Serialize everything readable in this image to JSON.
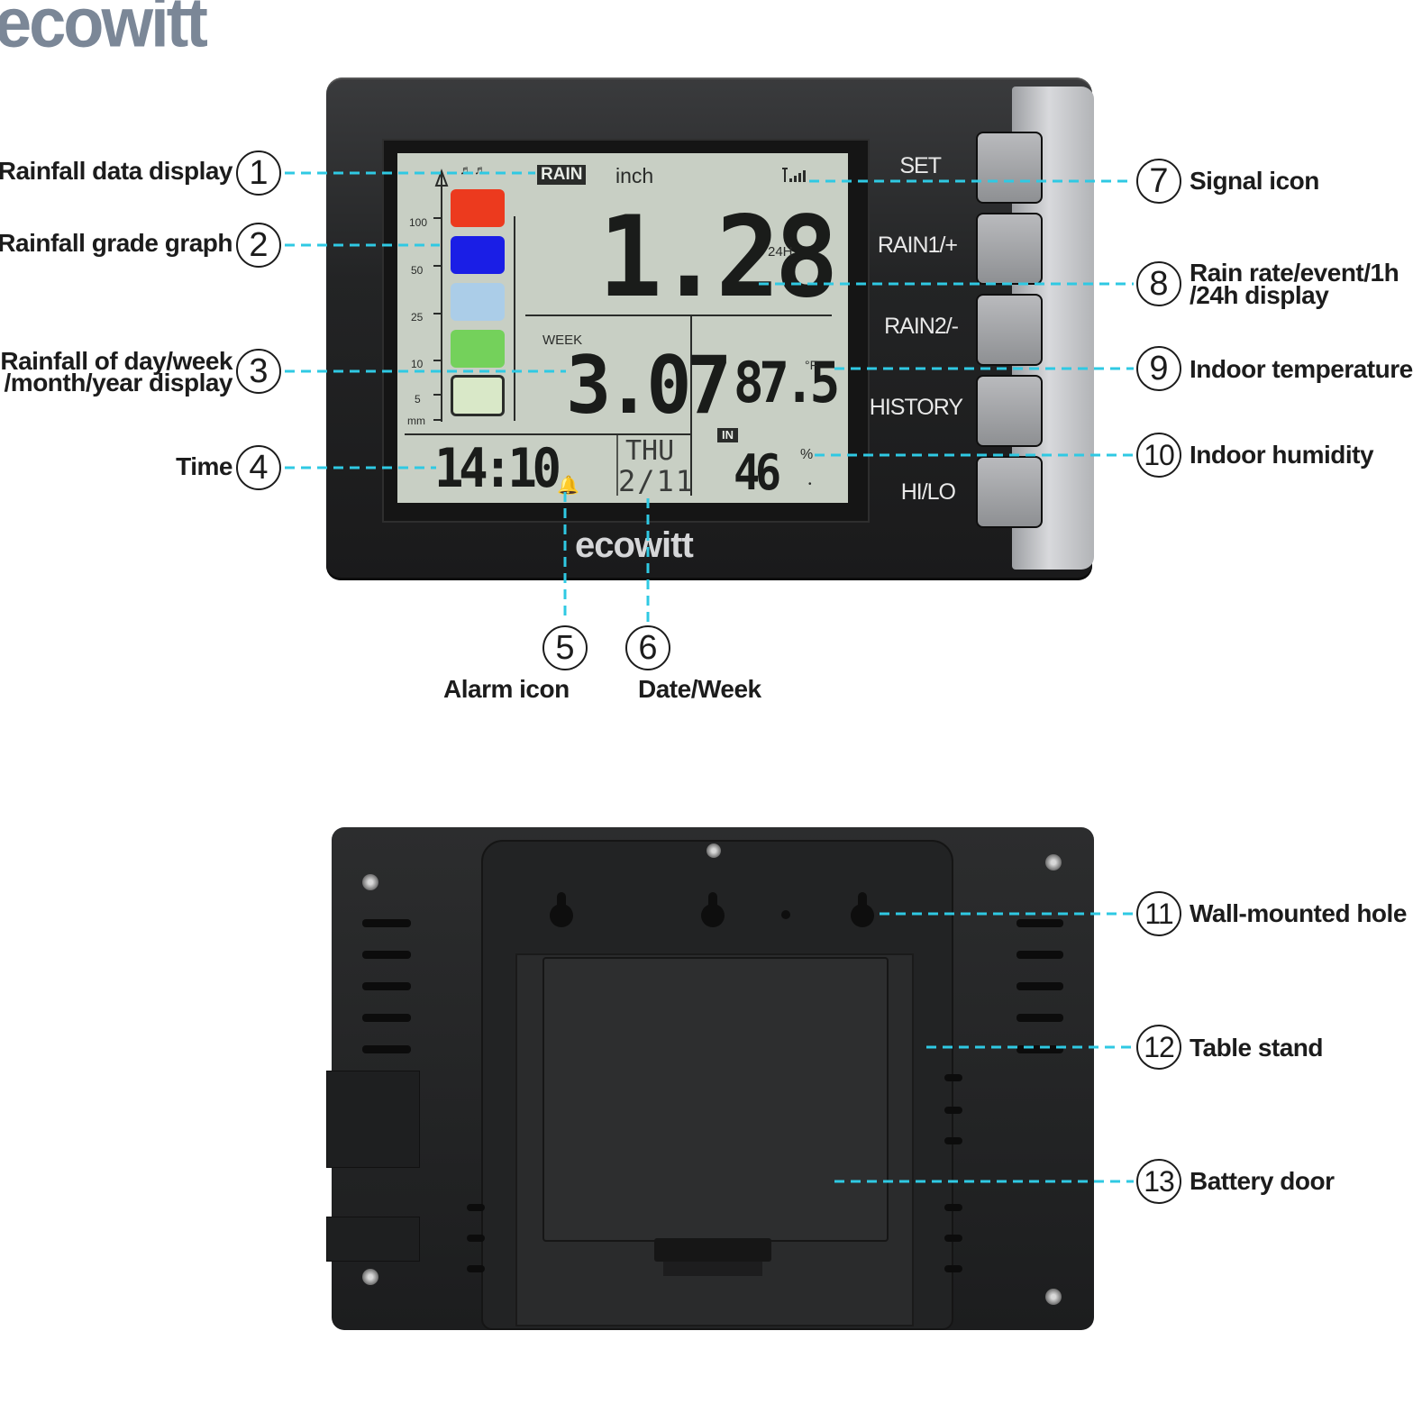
{
  "brand": {
    "top_logo": "ecowitt",
    "device_logo": "ecowitt"
  },
  "front": {
    "lcd": {
      "rain_label": "RAIN",
      "unit": "inch",
      "main_value": "1.28",
      "period": "24H",
      "week_label": "WEEK",
      "week_value": "3.07",
      "temperature": "87.5",
      "temp_unit": "°F",
      "in_label": "IN",
      "humidity": "46",
      "humidity_unit": "%",
      "time": "14:10",
      "weekday": "THU",
      "date": "2/11",
      "scale_ticks": [
        "100",
        "50",
        "25",
        "10",
        "5",
        "mm"
      ]
    },
    "grade_colors": [
      "#ec3a1e",
      "#1a1ee6",
      "#abcde8",
      "#74d15b",
      "#d9e8c8"
    ],
    "buttons": [
      "SET",
      "RAIN1/+",
      "RAIN2/-",
      "HISTORY",
      "HI/LO"
    ]
  },
  "annotations": [
    {
      "num": "1",
      "label": "Rainfall data display"
    },
    {
      "num": "2",
      "label": "Rainfall grade graph"
    },
    {
      "num": "3",
      "label_line1": "Rainfall of day/week",
      "label_line2": "/month/year display"
    },
    {
      "num": "4",
      "label": "Time"
    },
    {
      "num": "5",
      "label": "Alarm icon"
    },
    {
      "num": "6",
      "label": "Date/Week"
    },
    {
      "num": "7",
      "label": "Signal icon"
    },
    {
      "num": "8",
      "label_line1": "Rain rate/event/1h",
      "label_line2": "/24h display"
    },
    {
      "num": "9",
      "label": "Indoor temperature"
    },
    {
      "num": "10",
      "label": "Indoor humidity"
    },
    {
      "num": "11",
      "label": "Wall-mounted hole"
    },
    {
      "num": "12",
      "label": "Table stand"
    },
    {
      "num": "13",
      "label": "Battery door"
    }
  ],
  "leader_color": "#2fc9e3"
}
